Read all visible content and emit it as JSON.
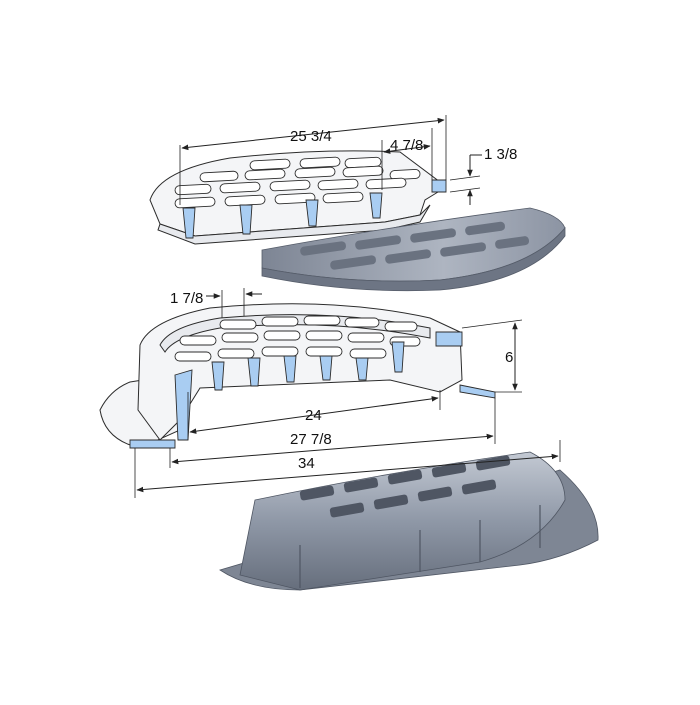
{
  "colors": {
    "background": "#ffffff",
    "line_art_fill": "#f4f5f7",
    "section_cut": "#a9cdf2",
    "casting": "#8e96a5",
    "casting_dark": "#5f6776",
    "casting_light": "#b8bfcb"
  },
  "dimensions": {
    "grate_width": "25 3/4",
    "grate_bar_spacing": "4 7/8",
    "grate_thickness": "1 3/8",
    "frame_bar_spacing": "1 7/8",
    "frame_height": "6",
    "frame_opening": "24",
    "frame_seat": "27 7/8",
    "frame_overall": "34"
  }
}
